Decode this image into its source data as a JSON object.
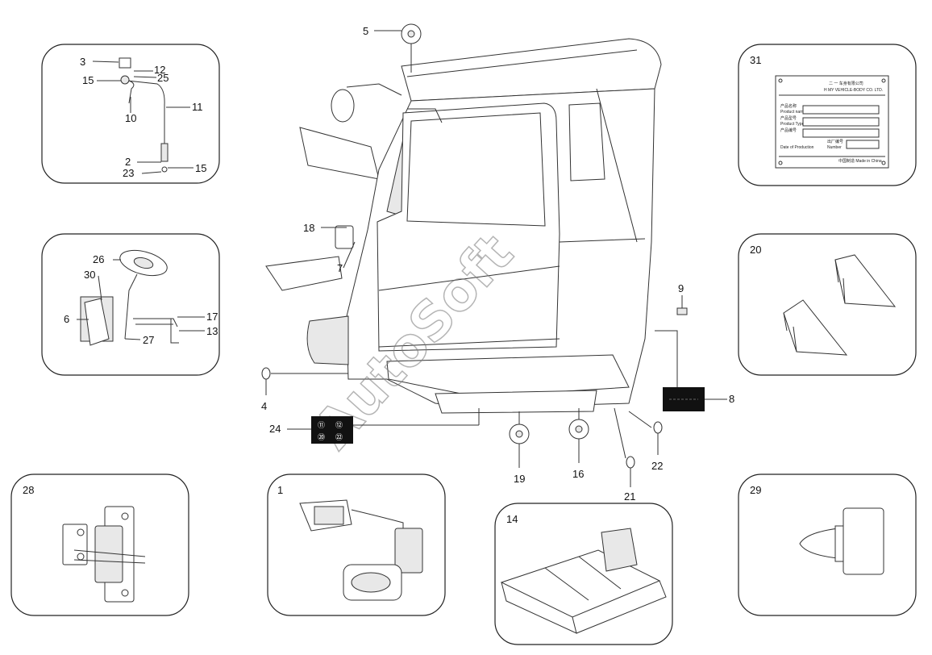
{
  "watermark": "AutoSoft",
  "panels": {
    "p3": {
      "labels": [
        "3",
        "12",
        "25",
        "15",
        "11",
        "10",
        "2",
        "15",
        "23"
      ]
    },
    "p26": {
      "labels": [
        "26",
        "30",
        "6",
        "17",
        "13",
        "27"
      ]
    },
    "p28": {
      "label": "28"
    },
    "p1": {
      "label": "1"
    },
    "p14": {
      "label": "14"
    },
    "p31": {
      "label": "31",
      "plate_company": "二 一 车身有限公司",
      "plate_company_en": "H MY VEHICLE-BODY CO. LTD.",
      "plate_rows": [
        "产品名称",
        "Product name",
        "产品型号",
        "Product Type",
        "产品编号",
        "出厂编号",
        "Date of Production",
        "Number"
      ],
      "plate_footer": "中国制造  Made in China"
    },
    "p20": {
      "label": "20"
    },
    "p29": {
      "label": "29"
    }
  },
  "callouts": {
    "c5": "5",
    "c18": "18",
    "c7": "7",
    "c9": "9",
    "c4": "4",
    "c8": "8",
    "c24": "24",
    "c19": "19",
    "c16": "16",
    "c22": "22",
    "c21": "21"
  },
  "chip24": [
    "⑪",
    "⑫",
    "⑳",
    "㉒"
  ]
}
